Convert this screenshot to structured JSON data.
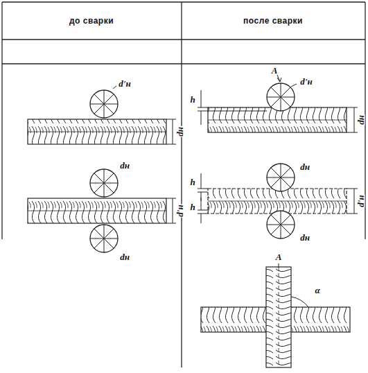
{
  "diagram": {
    "labels": [
      "до сварки",
      "после сварки",
      "d'н",
      "dн",
      "dн",
      "d'н",
      "dн",
      "A",
      "h",
      "d'н",
      "dн",
      "dн",
      "h",
      "h",
      "d'н",
      "dн",
      "A",
      "α"
    ]
  }
}
